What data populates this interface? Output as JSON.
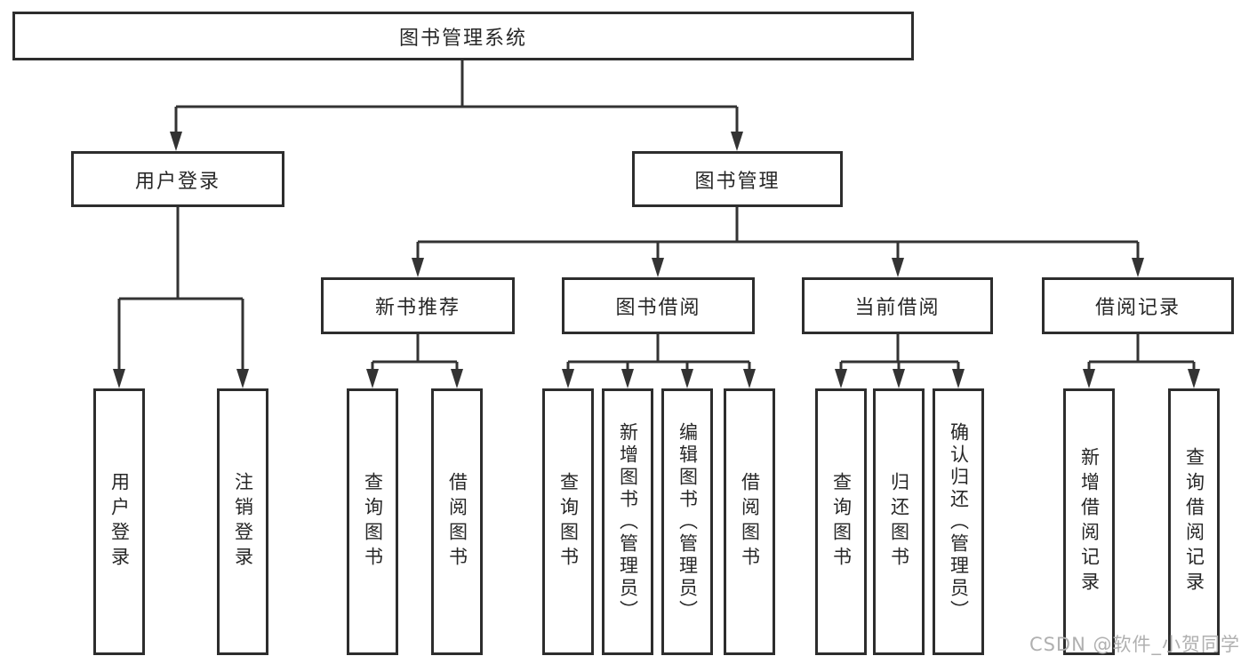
{
  "tree": {
    "root": "图书管理系统",
    "branches": [
      {
        "label": "用户登录",
        "children": [
          "用户登录",
          "注销登录"
        ]
      },
      {
        "label": "图书管理",
        "children": [
          {
            "label": "新书推荐",
            "children": [
              "查询图书",
              "借阅图书"
            ]
          },
          {
            "label": "图书借阅",
            "children": [
              "查询图书",
              "新增图书（管理员）",
              "编辑图书（管理员）",
              "借阅图书"
            ]
          },
          {
            "label": "当前借阅",
            "children": [
              "查询图书",
              "归还图书",
              "确认归还（管理员）"
            ]
          },
          {
            "label": "借阅记录",
            "children": [
              "新增借阅记录",
              "查询借阅记录"
            ]
          }
        ]
      }
    ]
  },
  "watermark": {
    "text": "CSDN @软件_小贺同学"
  },
  "colors": {
    "line": "#333333",
    "box_border": "#2d2d2d",
    "text": "#272727",
    "watermark": "#b0b0b0",
    "background": "#ffffff"
  }
}
